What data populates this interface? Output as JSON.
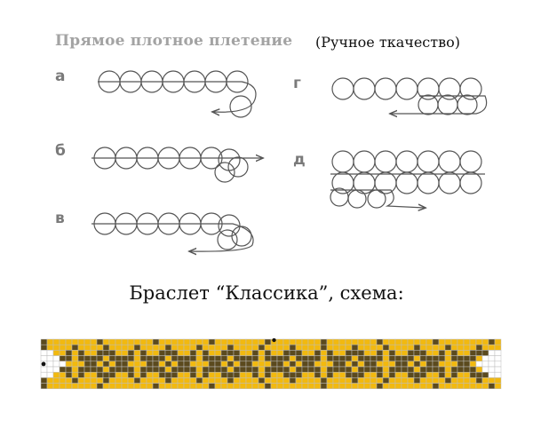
{
  "header": {
    "title": "Прямое плотное плетение",
    "subtitle": "(Ручное ткачество)"
  },
  "steps": [
    {
      "id": "a",
      "label": "а"
    },
    {
      "id": "b",
      "label": "б"
    },
    {
      "id": "v",
      "label": "в"
    },
    {
      "id": "g",
      "label": "г"
    },
    {
      "id": "d",
      "label": "д"
    }
  ],
  "caption": "Браслет “Классика”, схема:",
  "colors": {
    "bead_stroke": "#555555",
    "thread": "#555555",
    "grid": "#bdbdbd",
    "yellow": "#f2b90f",
    "brown": "#5b4a1e",
    "dot": "#111111"
  },
  "pattern": {
    "rows": 9,
    "cols": 74
  }
}
